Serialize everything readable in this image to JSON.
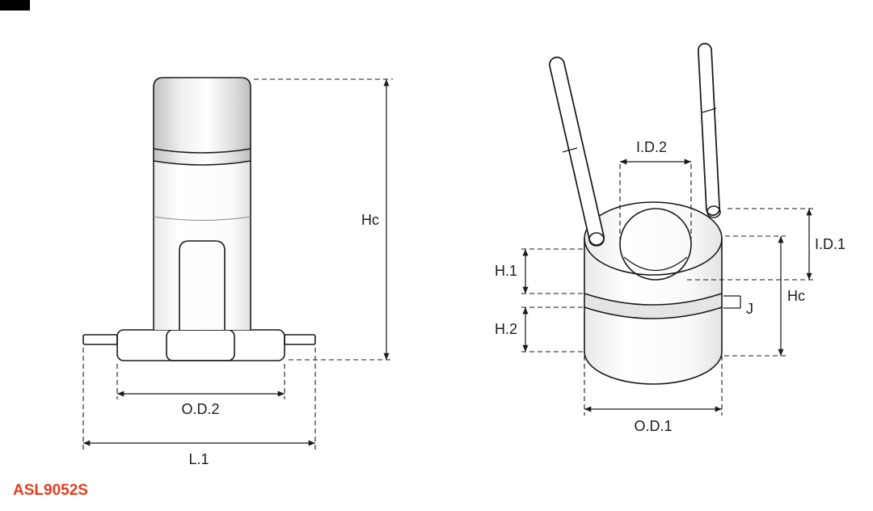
{
  "part_number": "ASL9052S",
  "colors": {
    "line": "#1a1a1a",
    "part_number_accent": "#e63c1e"
  },
  "views": {
    "side": {
      "dims": {
        "height": "Hc",
        "outer_diameter_2": "O.D.2",
        "length_1": "L.1"
      }
    },
    "perspective": {
      "dims": {
        "inner_diameter_2": "I.D.2",
        "inner_diameter_1": "I.D.1",
        "height_1": "H.1",
        "height_2": "H.2",
        "groove": "J",
        "height": "Hc",
        "outer_diameter_1": "O.D.1"
      }
    }
  }
}
